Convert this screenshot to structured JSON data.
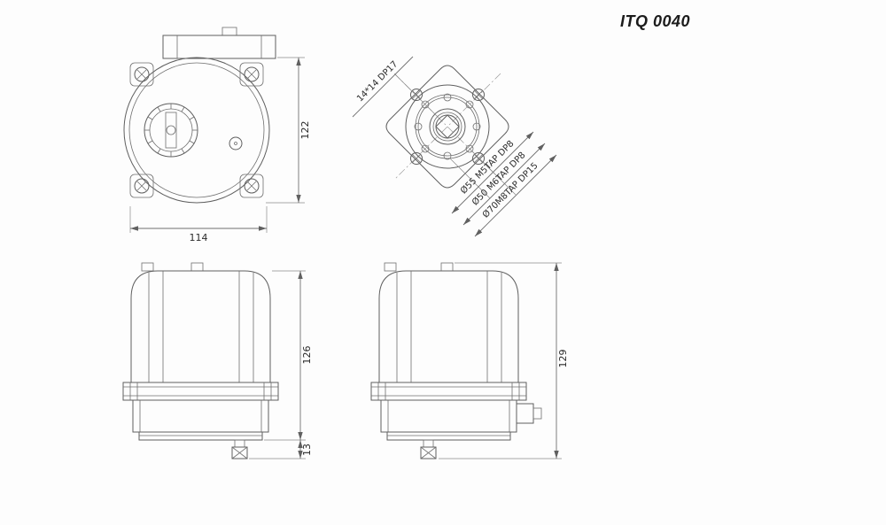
{
  "title": "ITQ 0040",
  "views": {
    "top_view": {
      "dim_height": "122",
      "dim_width": "114"
    },
    "mounting_view": {
      "shaft_label": "14*14 DP17",
      "bolt_labels": [
        "Ø55 M5TAP DP8",
        "Ø50 M6TAP DP8",
        "Ø70M8TAP DP15"
      ]
    },
    "front_view": {
      "dim_height": "126",
      "dim_shaft": "13"
    },
    "side_view": {
      "dim_height": "129"
    }
  }
}
